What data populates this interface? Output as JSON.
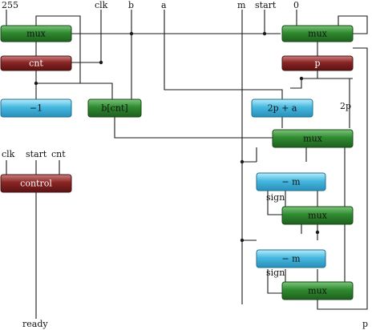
{
  "inputs": {
    "n255": "255",
    "clk": "clk",
    "b": "b",
    "a": "a",
    "m": "m",
    "start": "start",
    "zero": "0",
    "clk2": "clk",
    "start2": "start",
    "cnt": "cnt"
  },
  "outputs": {
    "ready": "ready",
    "p": "p"
  },
  "blocks": {
    "mux_left": "mux",
    "cnt": "cnt",
    "minus1": "−1",
    "bcnt": "b[cnt]",
    "control": "control",
    "mux_top_right": "mux",
    "p_reg": "p",
    "two_p_plus_a": "2p + a",
    "mux_mid": "mux",
    "minus_m_1": "− m",
    "mux_lower_1": "mux",
    "minus_m_2": "− m",
    "mux_lower_2": "mux"
  },
  "labels": {
    "two_p": "2p",
    "sign1": "sign",
    "sign2": "sign"
  },
  "colors": {
    "green": "#2f7d2f",
    "red": "#8a2222",
    "cyan": "#3aaed8",
    "wire": "#1a1a1a"
  }
}
